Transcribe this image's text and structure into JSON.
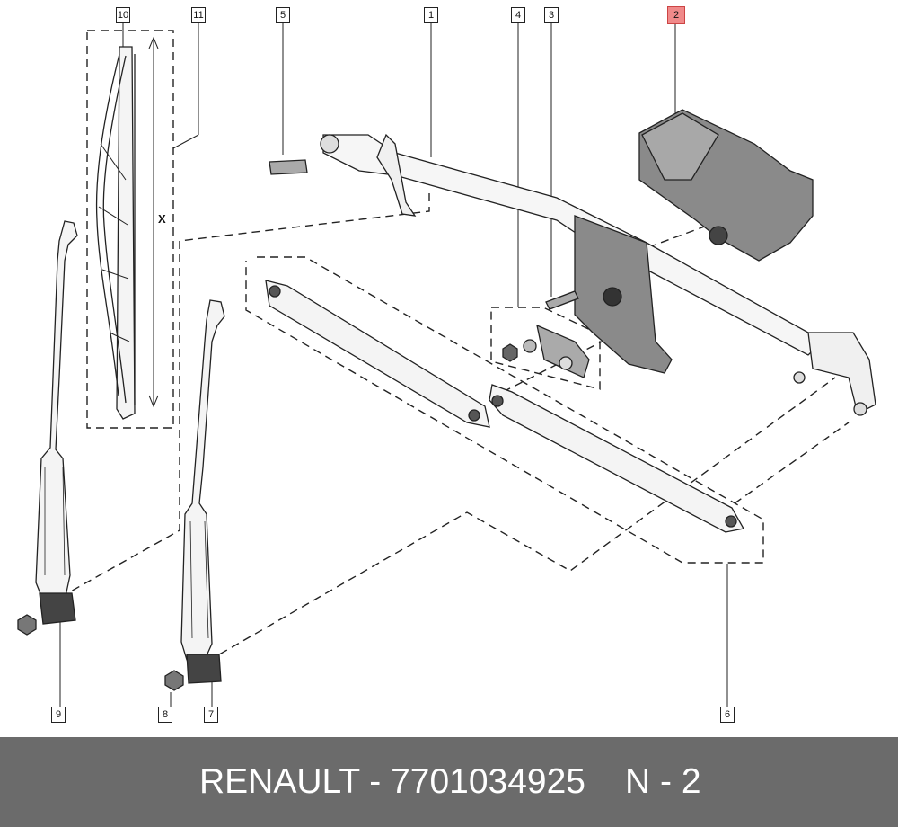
{
  "callouts": {
    "c1": "1",
    "c2": "2",
    "c3": "3",
    "c4": "4",
    "c5": "5",
    "c6": "6",
    "c7": "7",
    "c8": "8",
    "c9": "9",
    "c10": "10",
    "c11": "11"
  },
  "blade_length_symbol": "X",
  "footer": {
    "brand_part": "RENAULT - 7701034925",
    "page": "N - 2"
  },
  "colors": {
    "footer_bg": "#6b6b6b",
    "highlight": "#f08a8a",
    "line": "#222222"
  }
}
